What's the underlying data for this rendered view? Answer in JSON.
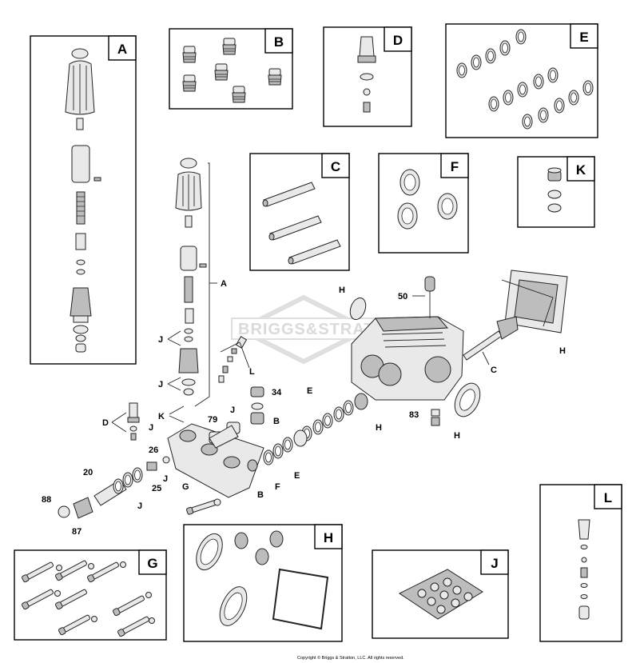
{
  "diagram": {
    "kit_boxes": [
      {
        "letter": "A"
      },
      {
        "letter": "B"
      },
      {
        "letter": "C"
      },
      {
        "letter": "D"
      },
      {
        "letter": "E"
      },
      {
        "letter": "F"
      },
      {
        "letter": "G"
      },
      {
        "letter": "H"
      },
      {
        "letter": "J"
      },
      {
        "letter": "K"
      },
      {
        "letter": "L"
      }
    ],
    "callouts": {
      "a": "A",
      "h1": "H",
      "h2": "H",
      "h3": "H",
      "h4": "H",
      "c": "C",
      "l": "L",
      "j1": "J",
      "j2": "J",
      "j3": "J",
      "j4": "J",
      "j5": "J",
      "j6": "J",
      "k": "K",
      "d": "D",
      "e1": "E",
      "e2": "E",
      "f": "F",
      "b1": "B",
      "b2": "B",
      "g": "G",
      "n50": "50",
      "n34": "34",
      "n79": "79",
      "n83": "83",
      "n26": "26",
      "n25": "25",
      "n20": "20",
      "n88": "88",
      "n87": "87"
    },
    "watermark": "BRIGGS&STRATTON",
    "copyright": "Copyright © Briggs & Stratton, LLC. All rights reserved."
  }
}
